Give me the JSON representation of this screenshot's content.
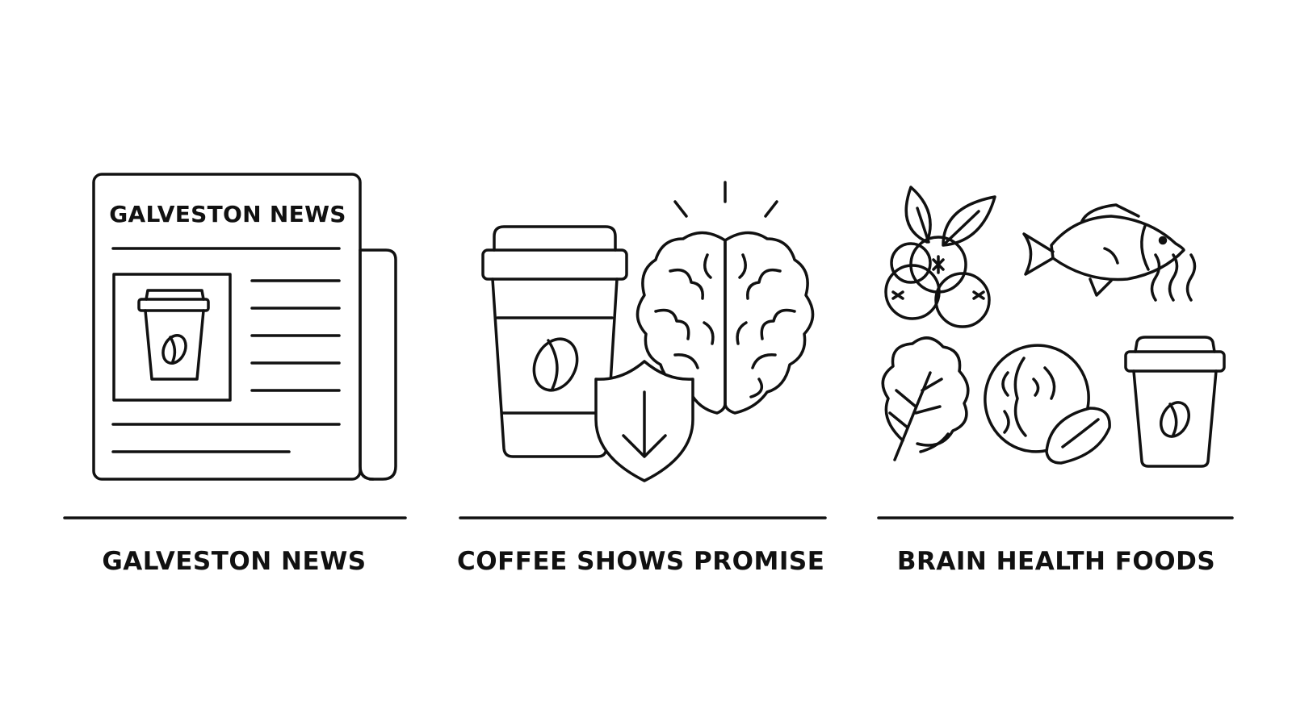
{
  "panels": [
    {
      "caption": "GALVESTON NEWS",
      "icon": "newspaper-icon",
      "masthead": "GALVESTON NEWS"
    },
    {
      "caption": "COFFEE SHOWS PROMISE",
      "icon": "coffee-brain-shield-icon"
    },
    {
      "caption": "BRAIN HEALTH FOODS",
      "icon": "brain-health-foods-icon"
    }
  ],
  "colors": {
    "stroke": "#111111",
    "background": "#ffffff"
  }
}
